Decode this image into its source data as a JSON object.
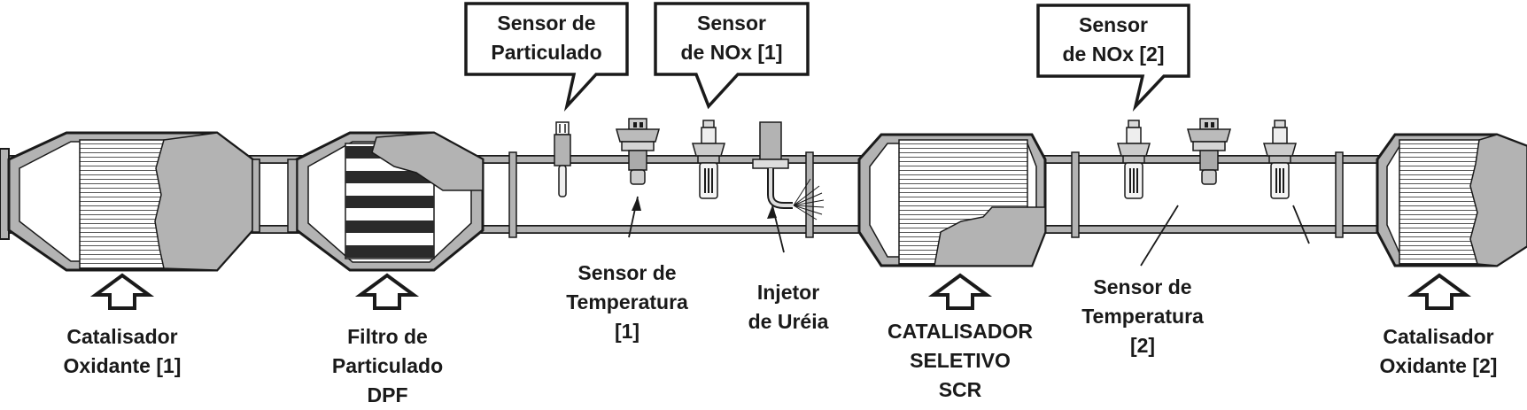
{
  "callouts": {
    "particulate_sensor": [
      "Sensor de",
      "Particulado"
    ],
    "nox_sensor_1": [
      "Sensor",
      "de NOx [1]"
    ],
    "nox_sensor_2": [
      "Sensor",
      "de NOx [2]"
    ]
  },
  "labels": {
    "oxidation_catalyst_1": [
      "Catalisador",
      "Oxidante [1]"
    ],
    "particulate_filter": [
      "Filtro de",
      "Particulado",
      "DPF"
    ],
    "temperature_sensor_1": [
      "Sensor de",
      "Temperatura",
      "[1]"
    ],
    "urea_injector": [
      "Injetor",
      "de Uréia"
    ],
    "scr_catalyst": [
      "CATALISADOR",
      "SELETIVO",
      "SCR"
    ],
    "temperature_sensor_2": [
      "Sensor de",
      "Temperatura",
      "[2]"
    ],
    "oxidation_catalyst_2": [
      "Catalisador",
      "Oxidante [2]"
    ]
  },
  "colors": {
    "housing": "#b3b3b3",
    "outline": "#1a1a1a",
    "dpf_dark": "#2a2a2a",
    "sensor_body": "#e6e6e6",
    "pipe": "#ffffff"
  }
}
